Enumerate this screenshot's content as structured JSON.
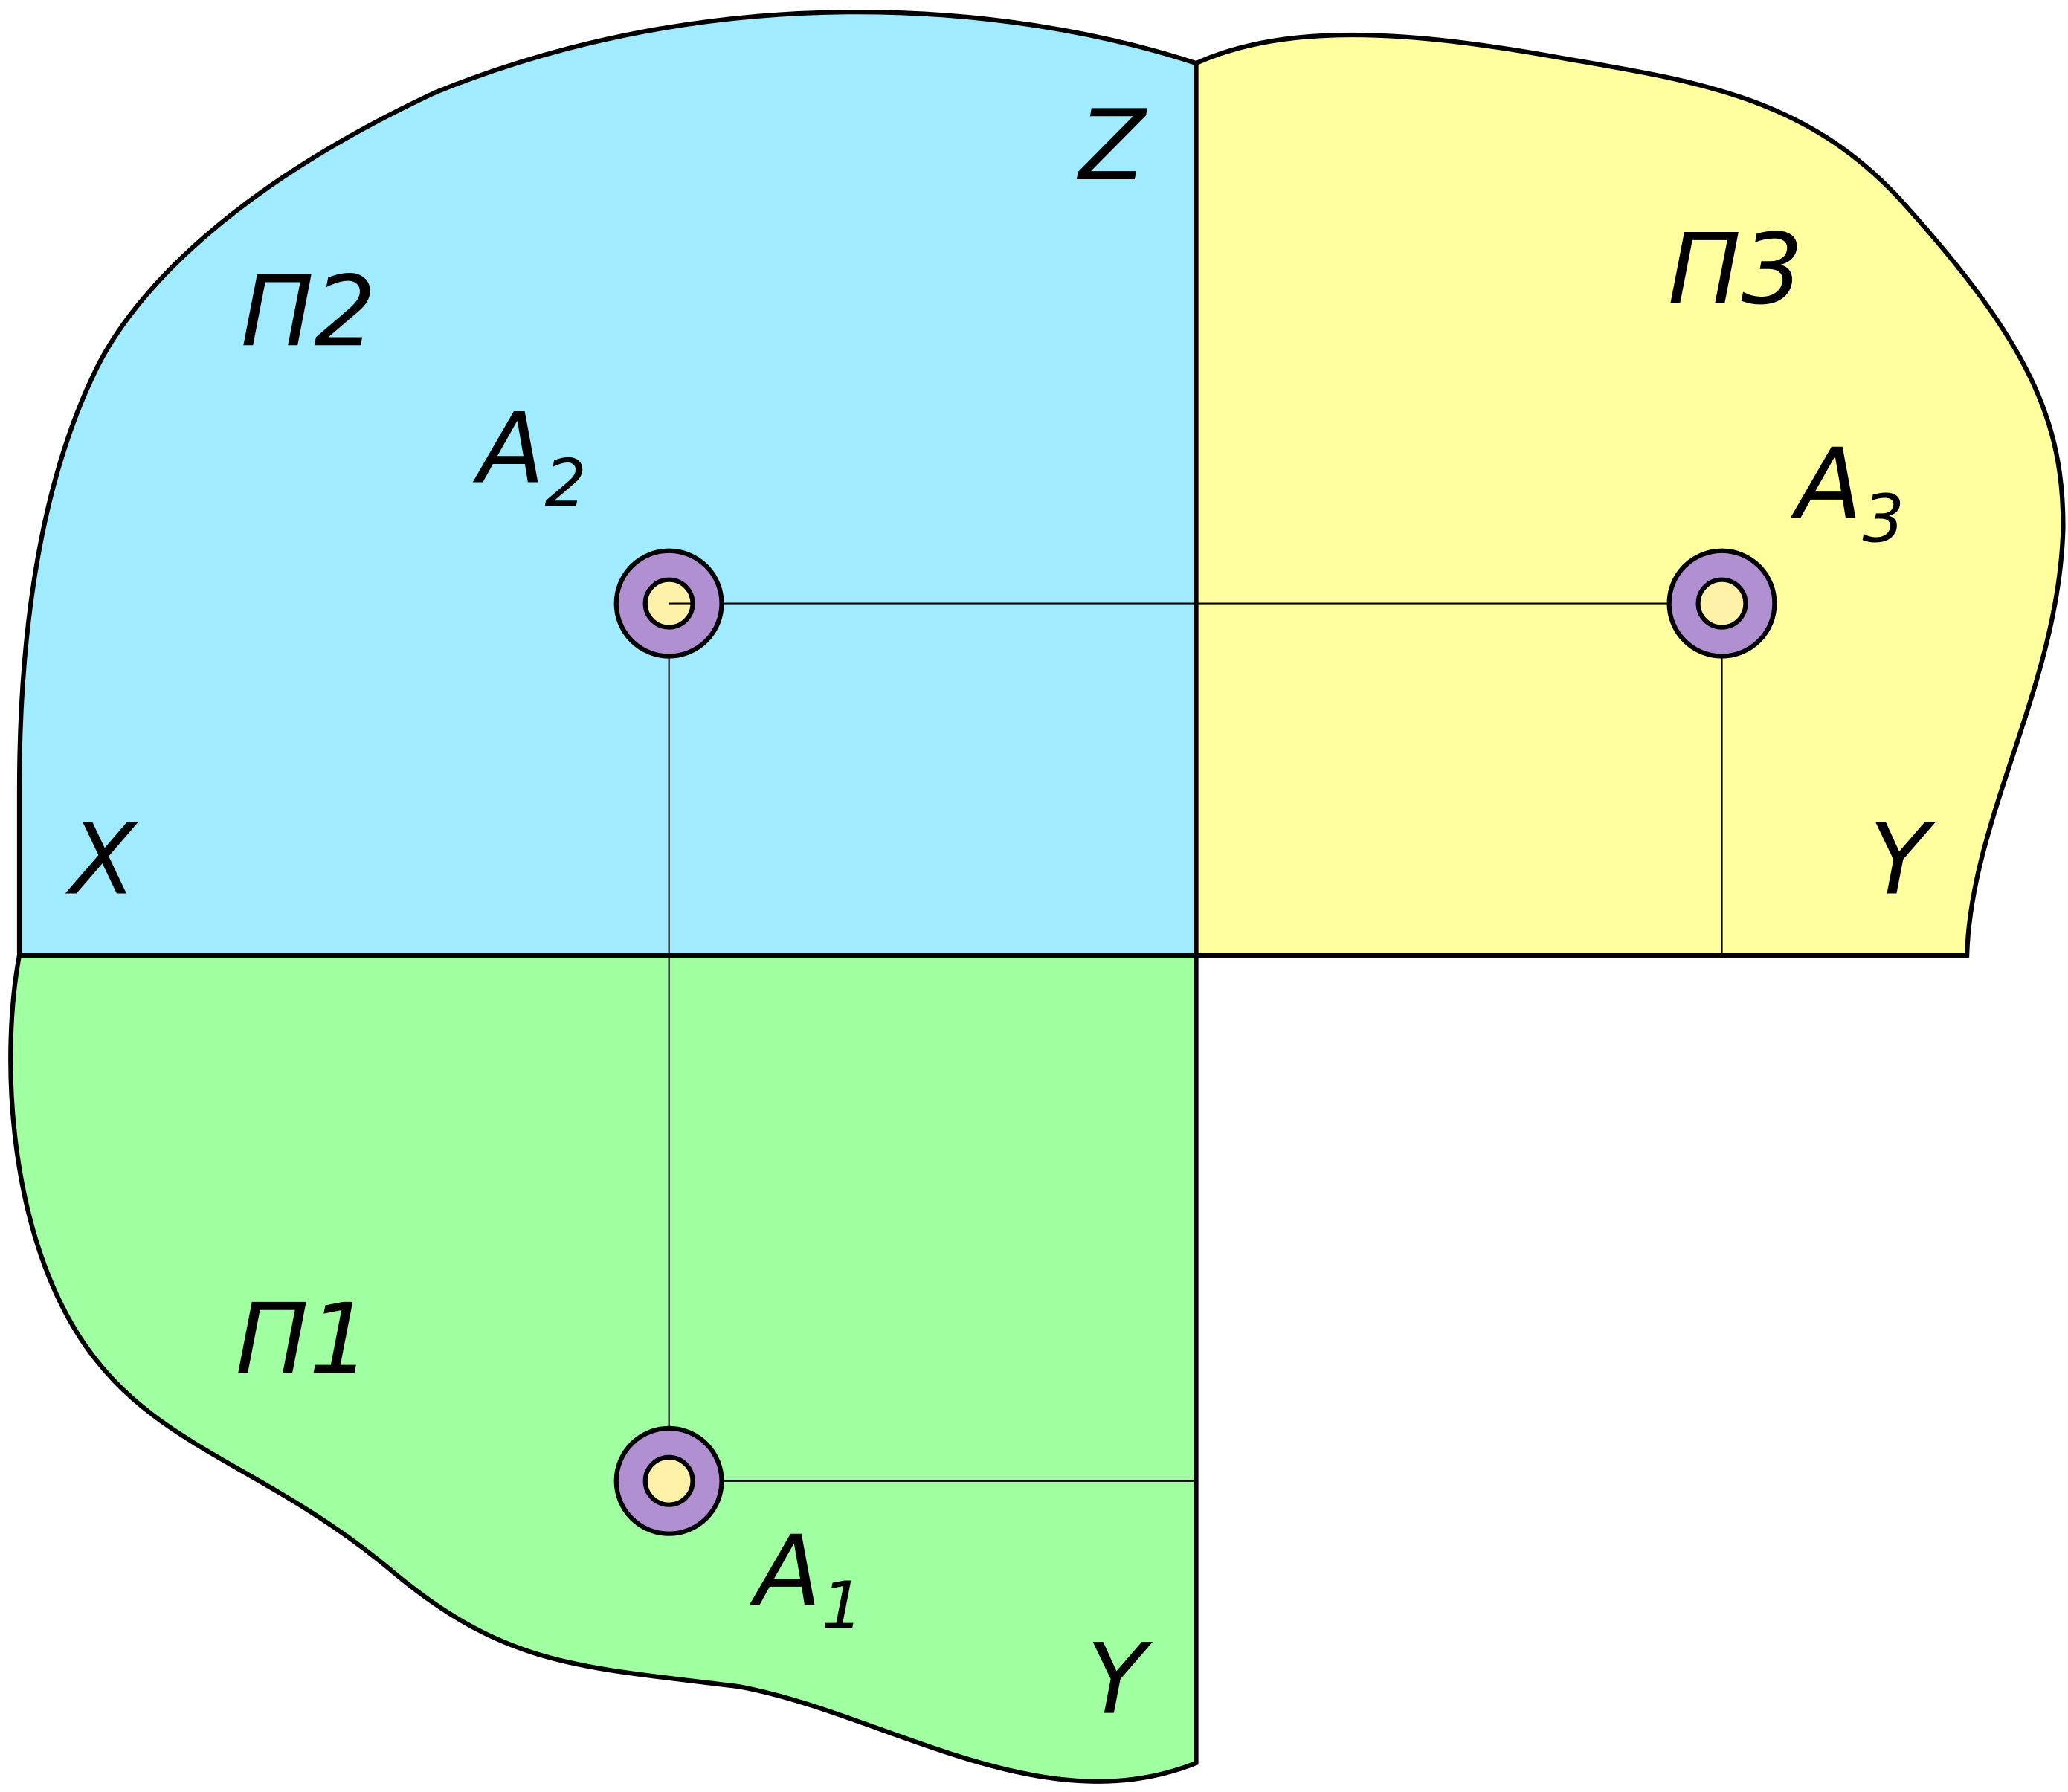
{
  "colors": {
    "plane_p2": "#A0EBFF",
    "plane_p3": "#FFFFA0",
    "plane_p1": "#A0FFA0",
    "point_ring": "#B090D0",
    "point_center": "#FFF2A8"
  },
  "labels": {
    "z_axis": "Z",
    "x_axis": "X",
    "y_axis_p3": "Y",
    "y_axis_p1": "Y",
    "plane_p2": "П2",
    "plane_p3": "П3",
    "plane_p1": "П1",
    "point_a2": {
      "letter": "A",
      "sub": "2"
    },
    "point_a3": {
      "letter": "A",
      "sub": "3"
    },
    "point_a1": {
      "letter": "A",
      "sub": "1"
    }
  }
}
